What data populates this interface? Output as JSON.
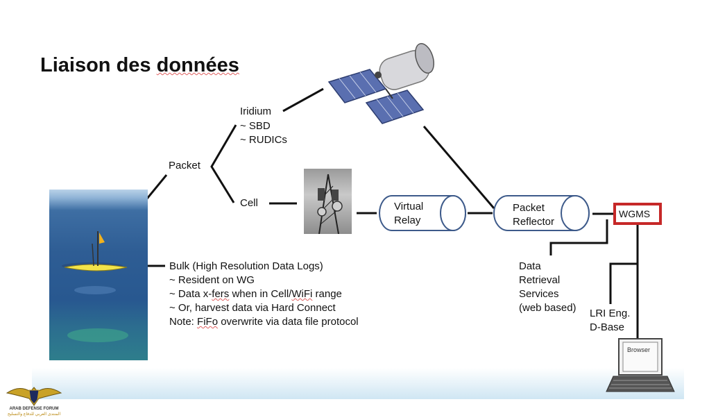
{
  "slide": {
    "title_prefix": "Liaison des ",
    "title_word": "données"
  },
  "iridium": {
    "title": "Iridium",
    "line1": "~ SBD",
    "line2": "~ RUDICs"
  },
  "packet_label": "Packet",
  "cell_label": "Cell",
  "virtual_relay": {
    "line1": "Virtual",
    "line2": "Relay"
  },
  "packet_reflector": {
    "line1": "Packet",
    "line2": "Reflector"
  },
  "wgms_label": "WGMS",
  "data_retrieval": {
    "line1": "Data",
    "line2": "Retrieval",
    "line3": "Services",
    "line4": "(web based)"
  },
  "lri": {
    "line1": "LRI Eng.",
    "line2": "D-Base"
  },
  "browser_label": "Browser",
  "bulk": {
    "line1": "Bulk (High Resolution Data Logs)",
    "line2": "~ Resident on WG",
    "line3_a": "~ Data x-",
    "line3_b": "fers",
    "line3_c": " when in Cell/",
    "line3_d": "WiFi",
    "line3_e": " range",
    "line4": "~ Or, harvest data via Hard Connect",
    "line5_a": "Note: ",
    "line5_b": "FiFo",
    "line5_c": " overwrite via data file protocol"
  },
  "logo": {
    "line1": "ARAB DEFENSE FORUM",
    "line2": "المنتدى العربي للدفاع والتسليح"
  },
  "colors": {
    "relay_border": "#3d5a8a",
    "wgms_border": "#c62828",
    "line": "#111111"
  }
}
